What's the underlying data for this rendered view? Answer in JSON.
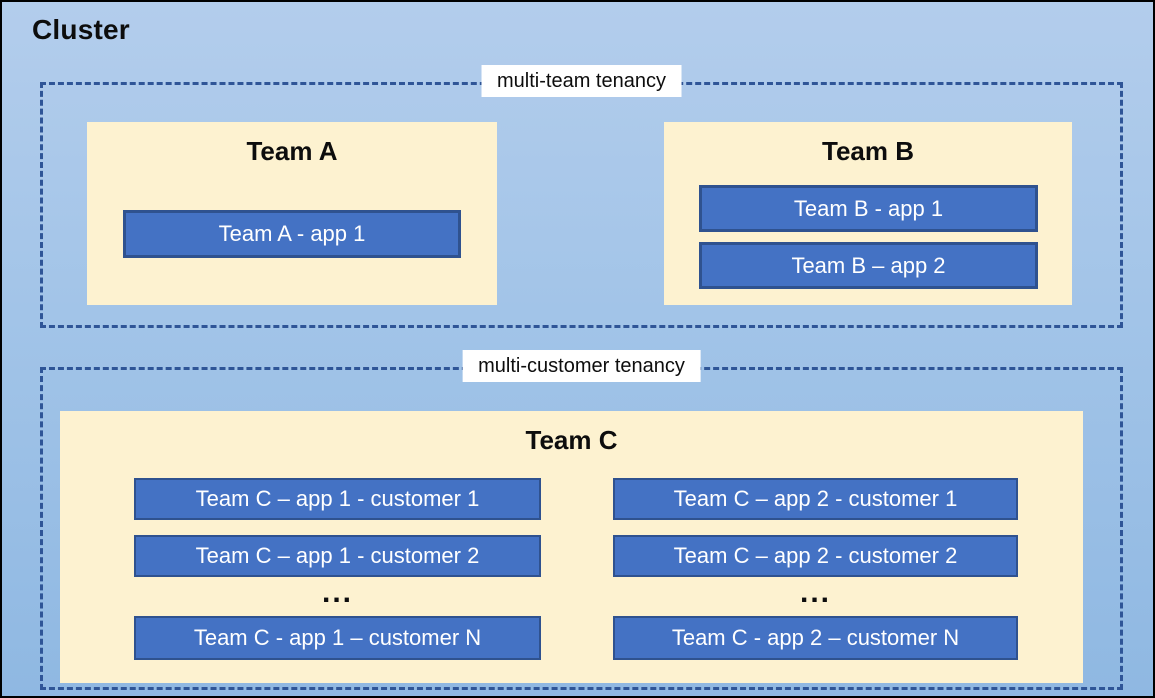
{
  "cluster": {
    "title": "Cluster"
  },
  "sections": [
    {
      "label": "multi-team tenancy",
      "teams": [
        {
          "name": "Team A",
          "apps": [
            "Team A - app 1"
          ]
        },
        {
          "name": "Team B",
          "apps": [
            "Team B - app 1",
            "Team B – app 2"
          ]
        }
      ]
    },
    {
      "label": "multi-customer tenancy",
      "teams": [
        {
          "name": "Team C",
          "columns": [
            {
              "apps": [
                "Team C – app 1 - customer 1",
                "Team C – app 1 - customer 2"
              ],
              "ellipsis": "...",
              "app_n": "Team C - app 1 – customer N"
            },
            {
              "apps": [
                "Team C – app 2 - customer 1",
                "Team C – app 2 - customer 2"
              ],
              "ellipsis": "...",
              "app_n": "Team C - app 2 – customer N"
            }
          ]
        }
      ]
    }
  ],
  "colors": {
    "canvas_blue_top": "#b3cdec",
    "canvas_blue_bottom": "#8fb8e2",
    "team_panel_cream": "#fdf2d0",
    "app_box_blue": "#4472c4",
    "app_box_border_blue": "#2f528f",
    "dashed_border_blue": "#2f5597",
    "label_background": "#ffffff",
    "outer_border": "#000000",
    "text_dark": "#0d0d0d",
    "text_light": "#ffffff"
  }
}
